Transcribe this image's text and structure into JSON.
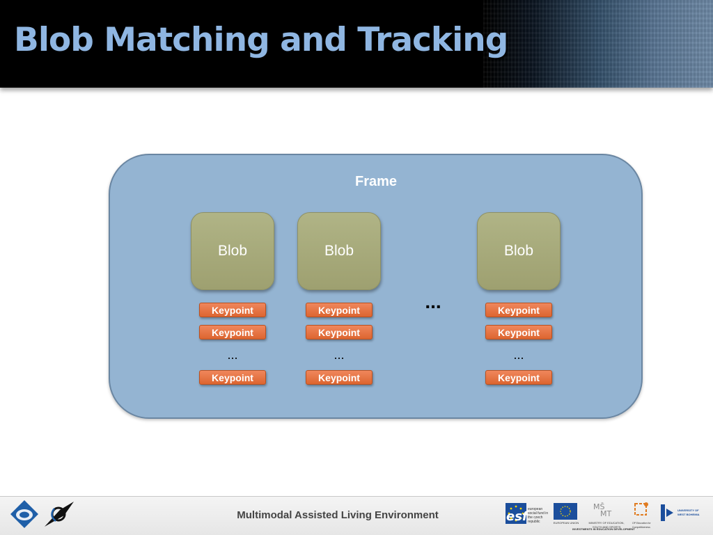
{
  "slide": {
    "title": "Blob Matching and Tracking",
    "footer_text": "Multimodal Assisted Living Environment"
  },
  "diagram": {
    "frame_label": "Frame",
    "ellipsis_between_blobs": "...",
    "blobs": [
      {
        "label": "Blob",
        "keypoints": [
          "Keypoint",
          "Keypoint",
          "Keypoint"
        ],
        "ellipsis": "..."
      },
      {
        "label": "Blob",
        "keypoints": [
          "Keypoint",
          "Keypoint",
          "Keypoint"
        ],
        "ellipsis": "..."
      },
      {
        "label": "Blob",
        "keypoints": [
          "Keypoint",
          "Keypoint",
          "Keypoint"
        ],
        "ellipsis": "..."
      }
    ]
  },
  "logos": {
    "esf_text": "esf",
    "esf_subtext": "european social fund in the czech republic",
    "eu_caption": "EUROPEAN UNION",
    "ministry_caption": "MINISTRY OF EDUCATION, YOUTH AND SPORTS",
    "op_caption": "OP Education for Competitiveness",
    "university_caption": "UNIVERSITY OF WEST BOHEMIA",
    "investments_caption": "INVESTMENTS IN EDUCATION DEVELOPMENT"
  },
  "colors": {
    "title": "#8fb6e2",
    "frame_fill": "#94b4d2",
    "blob_fill": "#a6a878",
    "keypoint_fill": "#e8743f"
  }
}
